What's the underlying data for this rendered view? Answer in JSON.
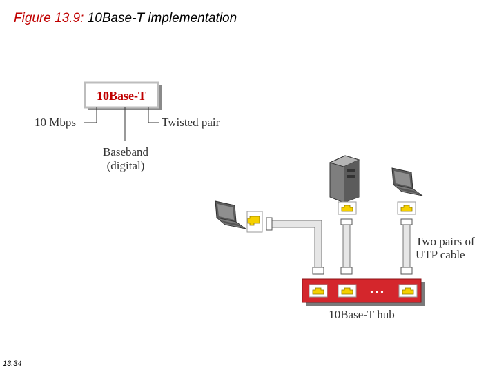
{
  "figure": {
    "number": "Figure 13.9:",
    "title": "10Base-T implementation"
  },
  "naming": {
    "box_label": "10Base-T",
    "speed": "10 Mbps",
    "medium": "Twisted pair",
    "signaling_line1": "Baseband",
    "signaling_line2": "(digital)"
  },
  "network": {
    "cable_label_line1": "Two pairs of",
    "cable_label_line2": "UTP cable",
    "hub_label": "10Base-T hub",
    "hub_ellipsis": "• • •"
  },
  "colors": {
    "title_number": "#c00000",
    "hub_red": "#d4262c",
    "port_yellow": "#f5d000"
  },
  "icons": [
    "laptop-icon",
    "server-tower-icon",
    "rj45-port-icon"
  ],
  "slide_number": "13.34"
}
